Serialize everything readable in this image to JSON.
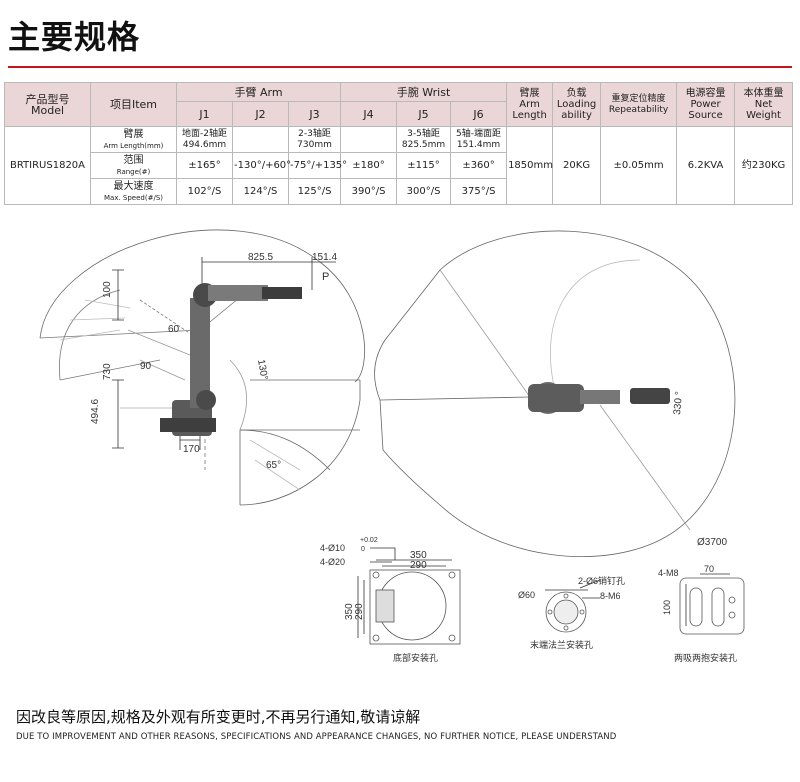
{
  "page": {
    "title": "主要规格"
  },
  "table": {
    "model_header": [
      "产品型号",
      "Model"
    ],
    "item_header": "项目Item",
    "arm_header": "手臂 Arm",
    "wrist_header": "手腕 Wrist",
    "joints": [
      "J1",
      "J2",
      "J3",
      "J4",
      "J5",
      "J6"
    ],
    "arm_length_header": [
      "臂展",
      "Arm",
      "Length"
    ],
    "load_header": [
      "负载",
      "Loading",
      "ability"
    ],
    "repeat_header": [
      "重复定位精度",
      "Repeatability"
    ],
    "power_header": [
      "电源容量",
      "Power",
      "Source"
    ],
    "weight_header": [
      "本体重量",
      "Net Weight"
    ],
    "model_value": "BRTIRUS1820A",
    "row_arm": {
      "cn": "臂展",
      "en": "Arm Length(mm)",
      "j1": [
        "地面-2轴距",
        "494.6mm"
      ],
      "j3": [
        "2-3轴距",
        "730mm"
      ],
      "j5": [
        "3-5轴距",
        "825.5mm"
      ],
      "j6": [
        "5轴-端面距",
        "151.4mm"
      ]
    },
    "row_range": {
      "cn": "范围",
      "en": "Range(#)",
      "values": [
        "±165°",
        "-130°/+60°",
        "-75°/+135°",
        "±180°",
        "±115°",
        "±360°"
      ]
    },
    "row_speed": {
      "cn": "最大速度",
      "en": "Max. Speed(#/S)",
      "values": [
        "102°/S",
        "124°/S",
        "125°/S",
        "390°/S",
        "300°/S",
        "375°/S"
      ]
    },
    "arm_length_value": "1850mm",
    "load_value": "20KG",
    "repeat_value": "±0.05mm",
    "power_value": "6.2KVA",
    "weight_value": "约230KG"
  },
  "diagram": {
    "dim_8255": "825.5",
    "dim_1514": "151.4",
    "label_p": "P",
    "dim_100": "100",
    "dim_730": "730",
    "dim_4946": "494.6",
    "dim_170": "170",
    "angle_60": "60",
    "angle_90": "90",
    "angle_130": "130°",
    "angle_65": "65°",
    "angle_330": "330 °",
    "dim_d3700": "Ø3700",
    "base_hole1": "4-Ø10",
    "base_tol": "+0.02",
    "base_tol0": "0",
    "base_hole2": "4-Ø20",
    "base_350w": "350",
    "base_290w": "290",
    "base_350h": "350",
    "base_290h": "290",
    "base_caption": "底部安装孔",
    "flange_d60": "Ø60",
    "flange_pin": "2-Ø6销钉孔",
    "flange_m6": "8-M6",
    "flange_caption": "末端法兰安装孔",
    "clamp_m8": "4-M8",
    "clamp_70": "70",
    "clamp_100": "100",
    "clamp_caption": "两吸两抱安装孔"
  },
  "footer": {
    "notice_cn": "因改良等原因,规格及外观有所变更时,不再另行通知,敬请谅解",
    "notice_en": "DUE TO IMPROVEMENT AND OTHER REASONS, SPECIFICATIONS AND APPEARANCE CHANGES, NO FURTHER NOTICE, PLEASE UNDERSTAND"
  }
}
